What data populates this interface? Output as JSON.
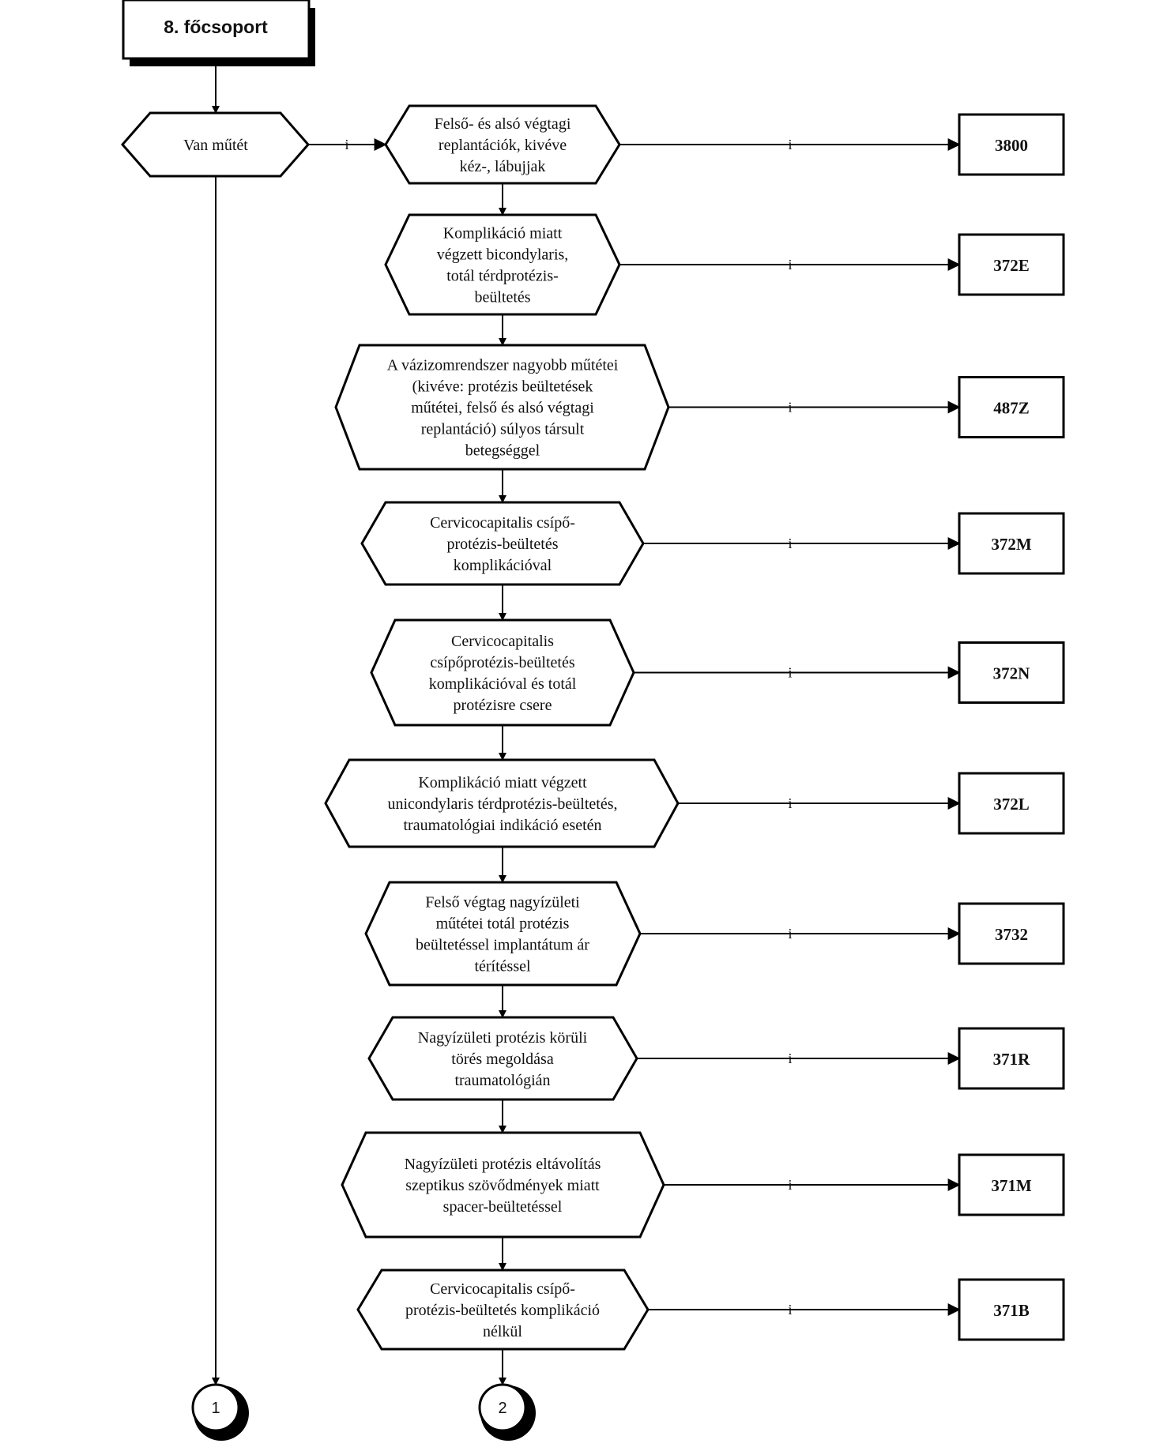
{
  "title": "8. főcsoport",
  "start_decision": "Van műtét",
  "yes_label": "i",
  "steps": [
    {
      "lines": [
        "Felső-  és alsó végtagi",
        "replantációk, kivéve",
        "kéz-, lábujjak"
      ],
      "code": "3800"
    },
    {
      "lines": [
        "Komplikáció miatt",
        "végzett bicondylaris,",
        "totál térdprotézis-",
        "beültetés"
      ],
      "code": "372E"
    },
    {
      "lines": [
        "A vázizomrendszer nagyobb műtétei",
        "(kivéve: protézis beültetések",
        "műtétei, felső és  alsó végtagi",
        "replantáció) súlyos társult",
        "betegséggel"
      ],
      "code": "487Z"
    },
    {
      "lines": [
        "Cervicocapitalis  csípő-",
        "protézis-beültetés",
        "komplikációval"
      ],
      "code": "372M"
    },
    {
      "lines": [
        "Cervicocapitalis",
        "csípőprotézis-beültetés",
        "komplikációval és totál",
        "protézisre csere"
      ],
      "code": "372N"
    },
    {
      "lines": [
        "Komplikáció miatt végzett",
        "unicondylaris térdprotézis-beültetés,",
        "traumatológiai indikáció esetén"
      ],
      "code": "372L"
    },
    {
      "lines": [
        "Felső végtag nagyízületi",
        "műtétei totál protézis",
        "beültetéssel implantátum ár",
        "térítéssel"
      ],
      "code": "3732"
    },
    {
      "lines": [
        "Nagyízületi protézis körüli",
        "törés megoldása",
        "traumatológián"
      ],
      "code": "371R"
    },
    {
      "lines": [
        "Nagyízületi protézis eltávolítás",
        "szeptikus szövődmények miatt",
        "spacer-beültetéssel"
      ],
      "code": "371M"
    },
    {
      "lines": [
        "Cervicocapitalis  csípő-",
        "protézis-beültetés komplikáció",
        "nélkül"
      ],
      "code": "371B"
    }
  ],
  "connectors": [
    "1",
    "2"
  ]
}
